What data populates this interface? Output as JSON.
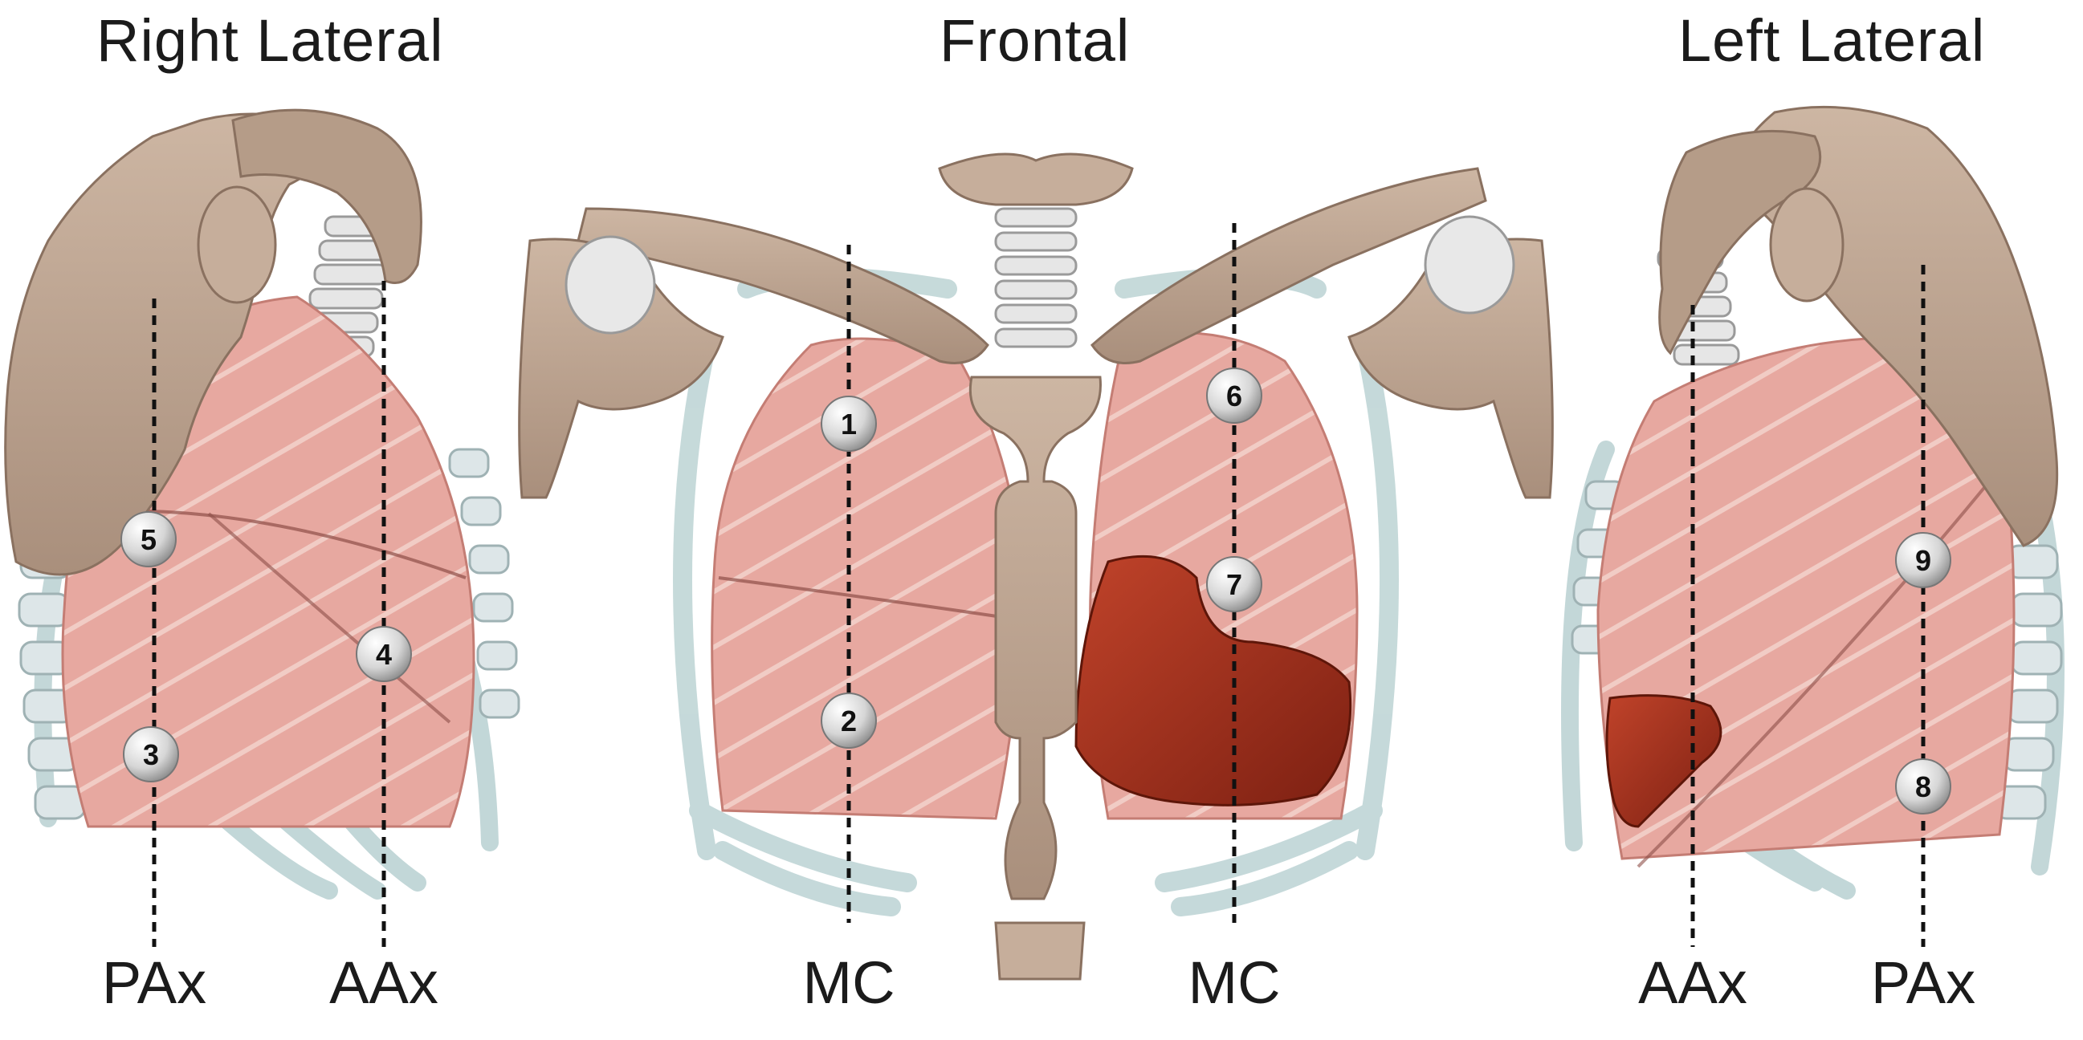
{
  "views": {
    "right_lateral": {
      "title": "Right Lateral",
      "line_labels": [
        "PAx",
        "AAx"
      ]
    },
    "frontal": {
      "title": "Frontal",
      "line_labels": [
        "MC",
        "MC"
      ]
    },
    "left_lateral": {
      "title": "Left Lateral",
      "line_labels": [
        "AAx",
        "PAx"
      ]
    }
  },
  "markers": [
    "1",
    "2",
    "3",
    "4",
    "5",
    "6",
    "7",
    "8",
    "9"
  ],
  "colors": {
    "bone": "#c2a995",
    "bone_dark": "#9e8573",
    "lung": "#e7a8a0",
    "lung_stripe": "#f4d2cc",
    "heart": "#a8321f",
    "rib_glass": "#bcd3d4",
    "cartilage": "#dde6e8",
    "marker_fill": "#e9e9e9",
    "dashed_line": "#111111"
  }
}
